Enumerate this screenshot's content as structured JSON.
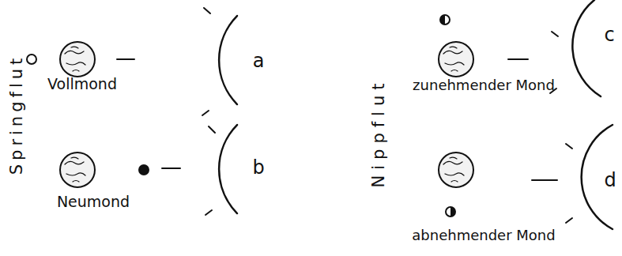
{
  "diagram": {
    "labels": [
      "Springflut",
      "Vollmond",
      "a",
      "Neumond",
      "b",
      "Nippflut",
      "zunehmender Mond",
      "c",
      "abnehmender Mond",
      "d"
    ]
  }
}
